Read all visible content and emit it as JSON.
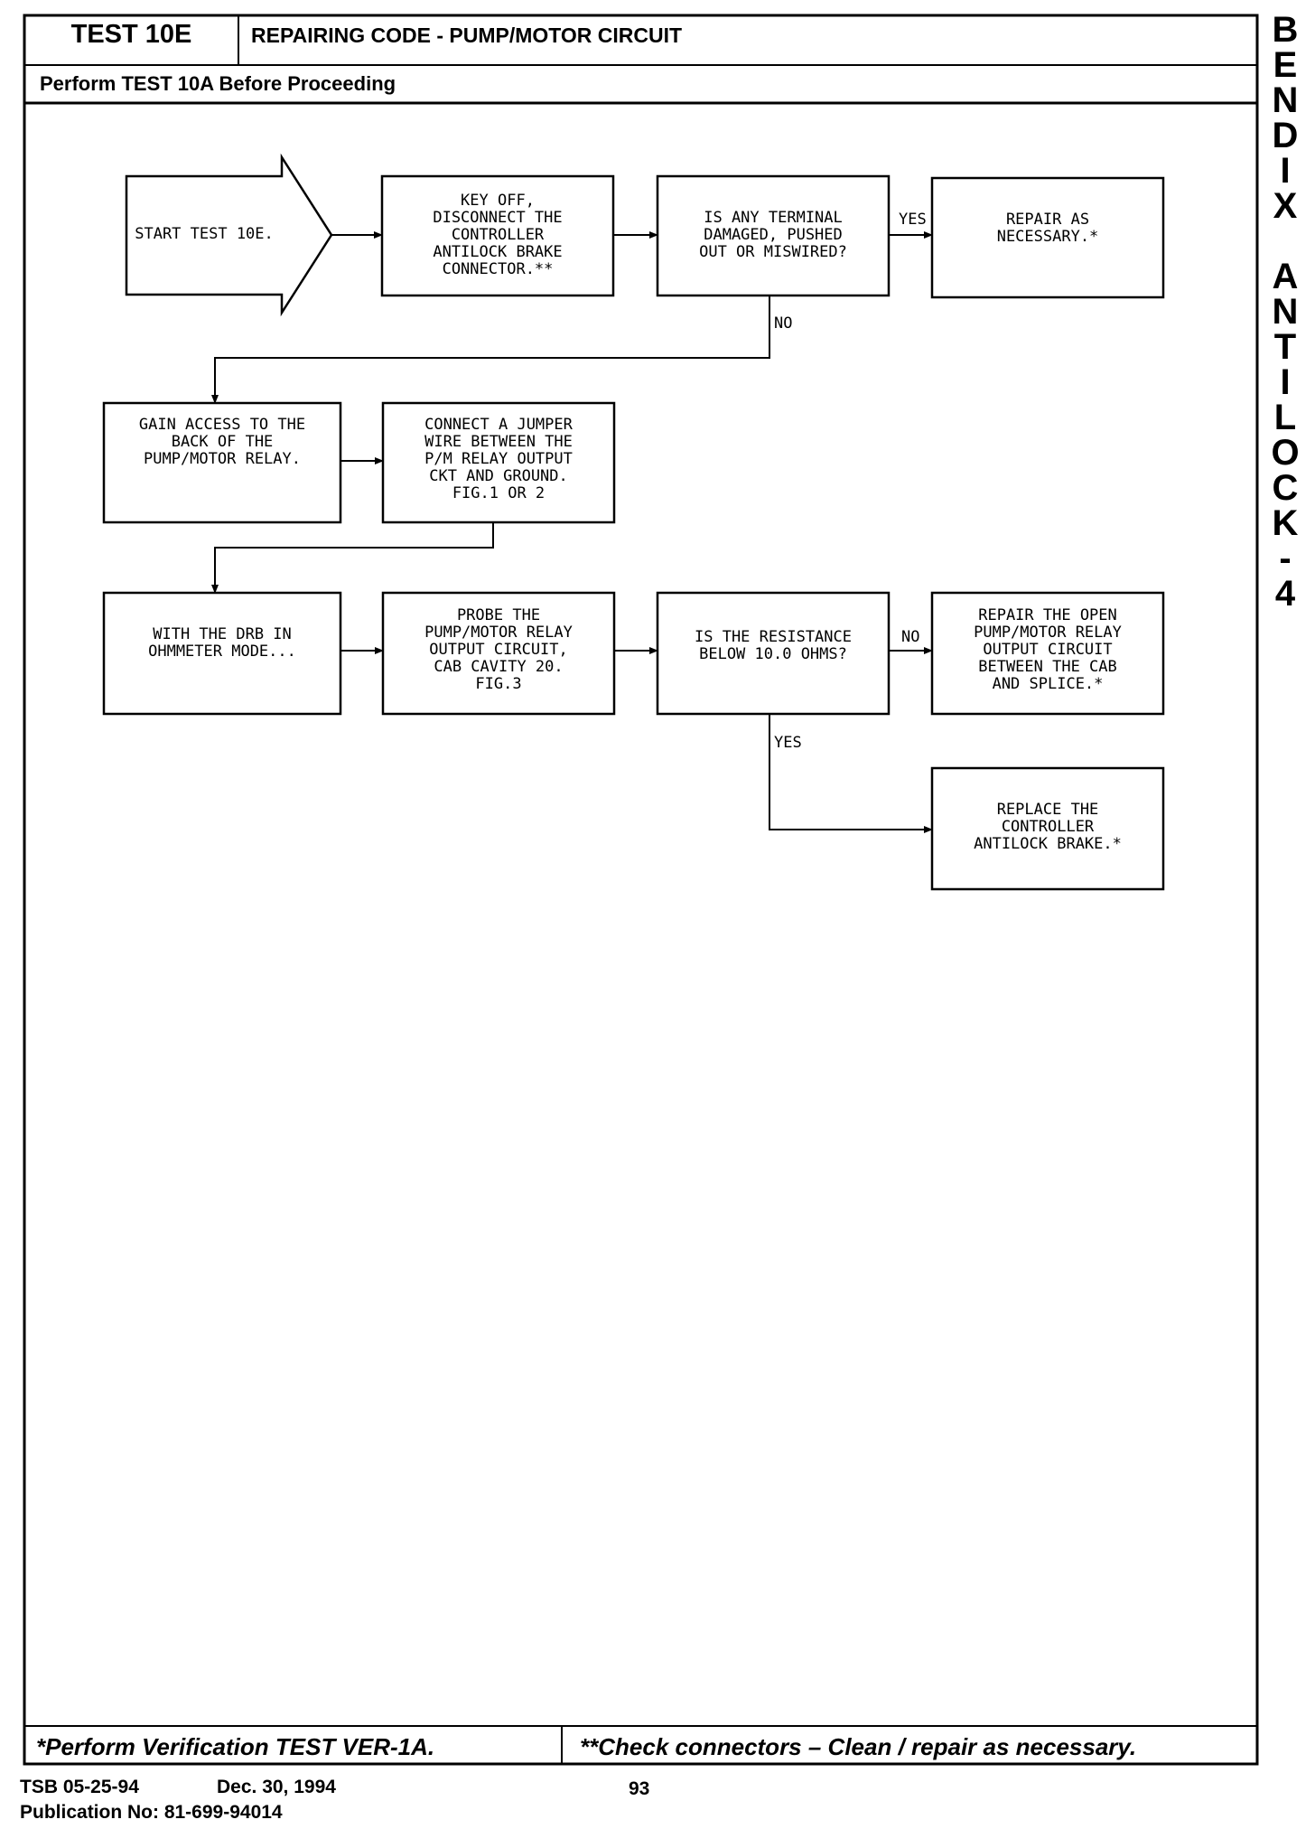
{
  "header": {
    "test_id": "TEST 10E",
    "title": "REPAIRING CODE - PUMP/MOTOR CIRCUIT",
    "prerequisite": "Perform TEST 10A Before Proceeding"
  },
  "side_title": [
    "B",
    "E",
    "N",
    "D",
    "I",
    "X",
    "",
    "A",
    "N",
    "T",
    "I",
    "L",
    "O",
    "C",
    "K",
    "-",
    "4"
  ],
  "flowchart": {
    "start": [
      "START TEST 10E."
    ],
    "key_off": [
      "KEY OFF,",
      "DISCONNECT THE",
      "CONTROLLER",
      "ANTILOCK BRAKE",
      "CONNECTOR.**"
    ],
    "terminal_q": [
      "IS ANY TERMINAL",
      "DAMAGED, PUSHED",
      "OUT OR MISWIRED?"
    ],
    "repair_nec": [
      "REPAIR AS",
      "NECESSARY.*"
    ],
    "gain_access": [
      "GAIN ACCESS TO THE",
      "BACK OF THE",
      "PUMP/MOTOR RELAY."
    ],
    "jumper": [
      "CONNECT A JUMPER",
      "WIRE BETWEEN THE",
      "P/M RELAY OUTPUT",
      "CKT AND GROUND.",
      "FIG.1 OR 2"
    ],
    "drb": [
      "WITH THE DRB IN",
      "OHMMETER MODE..."
    ],
    "probe": [
      "PROBE THE",
      "PUMP/MOTOR RELAY",
      "OUTPUT CIRCUIT,",
      "CAB CAVITY 20.",
      "FIG.3"
    ],
    "resistance_q": [
      "IS THE RESISTANCE",
      "BELOW 10.0 OHMS?"
    ],
    "repair_open": [
      "REPAIR THE OPEN",
      "PUMP/MOTOR RELAY",
      "OUTPUT CIRCUIT",
      "BETWEEN THE CAB",
      "AND SPLICE.*"
    ],
    "replace": [
      "REPLACE THE",
      "CONTROLLER",
      "ANTILOCK BRAKE.*"
    ],
    "labels": {
      "yes": "YES",
      "no": "NO"
    }
  },
  "footer": {
    "note_left": "*Perform Verification TEST VER-1A.",
    "note_right": "**Check connectors – Clean / repair as necessary.",
    "tsb": "TSB 05-25-94",
    "date": "Dec. 30, 1994",
    "page": "93",
    "publication": "Publication No:  81-699-94014"
  }
}
